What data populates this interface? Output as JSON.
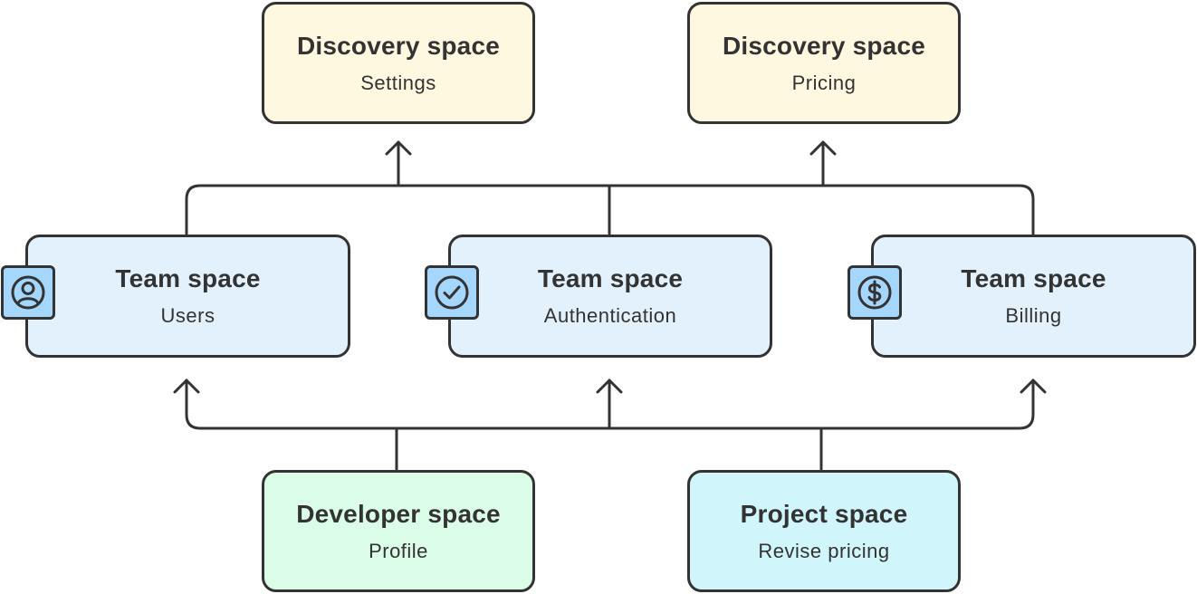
{
  "colors": {
    "stroke": "#333333",
    "discovery_fill": "#fff8e0",
    "team_fill": "#e3f1fd",
    "developer_fill": "#dbfce7",
    "project_fill": "#d0f5fa",
    "badge_fill": "#a5d6fc"
  },
  "discovery": [
    {
      "title": "Discovery space",
      "subtitle": "Settings"
    },
    {
      "title": "Discovery space",
      "subtitle": "Pricing"
    }
  ],
  "team": [
    {
      "title": "Team space",
      "subtitle": "Users",
      "icon": "user-icon"
    },
    {
      "title": "Team space",
      "subtitle": "Authentication",
      "icon": "check-circle-icon"
    },
    {
      "title": "Team space",
      "subtitle": "Billing",
      "icon": "dollar-icon"
    }
  ],
  "developer": {
    "title": "Developer space",
    "subtitle": "Profile"
  },
  "project": {
    "title": "Project space",
    "subtitle": "Revise pricing"
  }
}
